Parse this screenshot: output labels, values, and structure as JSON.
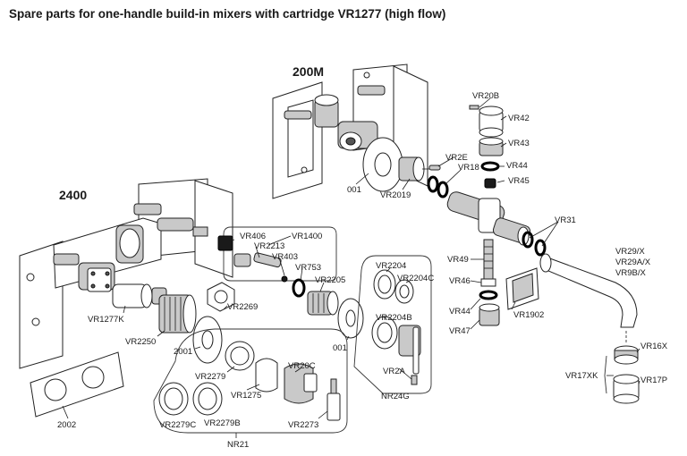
{
  "title": "Spare parts for one-handle build-in mixers with cartridge VR1277 (high flow)",
  "assemblies": {
    "a200m": "200M",
    "a2400": "2400"
  },
  "labels": {
    "VR20B": "VR20B",
    "VR42": "VR42",
    "VR43": "VR43",
    "VR2E": "VR2E",
    "VR18": "VR18",
    "VR44a": "VR44",
    "VR45": "VR45",
    "VR2019": "VR2019",
    "p001a": "001",
    "VR31": "VR31",
    "VR29X": "VR29/X",
    "VR29AX": "VR29A/X",
    "VR9BX": "VR9B/X",
    "VR406": "VR406",
    "VR1400": "VR1400",
    "VR2213": "VR2213",
    "VR403": "VR403",
    "VR753": "VR753",
    "VR2205": "VR2205",
    "VR2204": "VR2204",
    "VR2204C": "VR2204C",
    "VR2204B": "VR2204B",
    "p001b": "001",
    "VR2A": "VR2A",
    "NR24G": "NR24G",
    "VR49": "VR49",
    "VR46": "VR46",
    "VR1902": "VR1902",
    "VR44b": "VR44",
    "VR47": "VR47",
    "VR16X": "VR16X",
    "VR17XK": "VR17XK",
    "VR17P": "VR17P",
    "VR1277K": "VR1277K",
    "VR2269": "VR2269",
    "VR2250": "VR2250",
    "p2001": "2001",
    "VR2279": "VR2279",
    "VR1275": "VR1275",
    "VR20C": "VR20C",
    "VR2279C": "VR2279C",
    "VR2279B": "VR2279B",
    "VR2273": "VR2273",
    "NR21": "NR21",
    "p2002": "2002"
  }
}
